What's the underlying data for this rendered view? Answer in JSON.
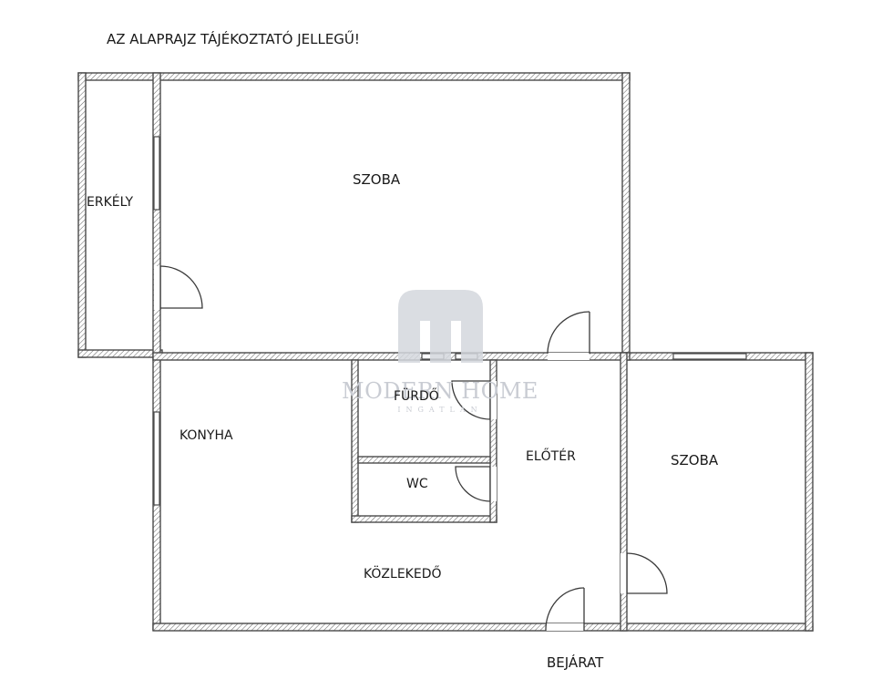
{
  "header": {
    "note": "AZ ALAPRAJZ TÁJÉKOZTATÓ JELLEGŰ!"
  },
  "rooms": {
    "erkely": "ERKÉLY",
    "szoba_main": "SZOBA",
    "konyha": "KONYHA",
    "furdo": "FÜRDŐ",
    "wc": "WC",
    "eloter": "ELŐTÉR",
    "szoba_right": "SZOBA",
    "kozlekedo": "KÖZLEKEDŐ"
  },
  "entrance": {
    "label": "BEJÁRAT"
  },
  "watermark": {
    "brand": "MODERN HOME",
    "sub": "INGATLAN"
  },
  "colors": {
    "wall_stroke": "#4a4a4a",
    "text": "#1a1a1a",
    "watermark": "#c9ccd3"
  }
}
